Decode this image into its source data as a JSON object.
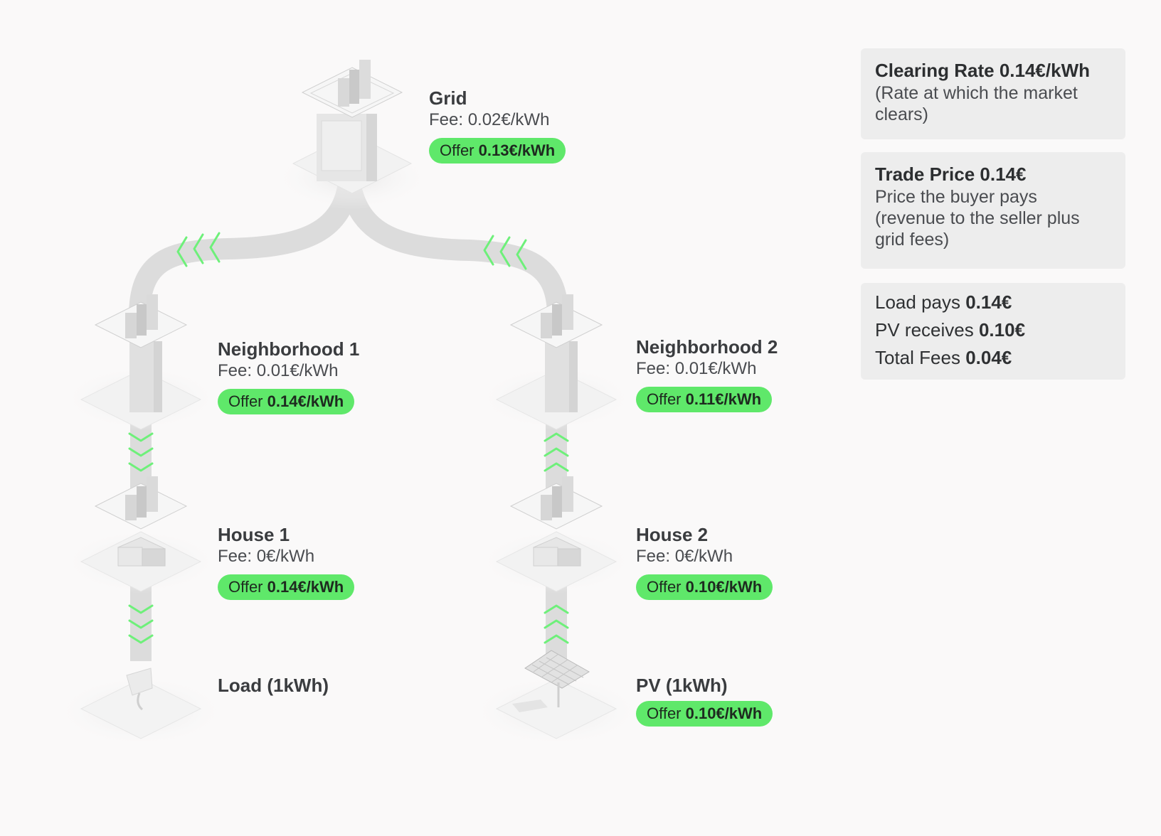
{
  "nodes": {
    "grid": {
      "title": "Grid",
      "fee": "Fee: 0.02€/kWh",
      "offer_label": "Offer",
      "offer_value": "0.13€/kWh"
    },
    "neighborhood1": {
      "title": "Neighborhood 1",
      "fee": "Fee: 0.01€/kWh",
      "offer_label": "Offer",
      "offer_value": "0.14€/kWh"
    },
    "neighborhood2": {
      "title": "Neighborhood 2",
      "fee": "Fee: 0.01€/kWh",
      "offer_label": "Offer",
      "offer_value": "0.11€/kWh"
    },
    "house1": {
      "title": "House 1",
      "fee": "Fee: 0€/kWh",
      "offer_label": "Offer",
      "offer_value": "0.14€/kWh"
    },
    "house2": {
      "title": "House 2",
      "fee": "Fee: 0€/kWh",
      "offer_label": "Offer",
      "offer_value": "0.10€/kWh"
    },
    "load": {
      "title": "Load (1kWh)"
    },
    "pv": {
      "title": "PV (1kWh)",
      "offer_label": "Offer",
      "offer_value": "0.10€/kWh"
    }
  },
  "panels": {
    "clearing": {
      "title": "Clearing Rate 0.14€/kWh",
      "text": "(Rate at which the market clears)"
    },
    "trade": {
      "title": "Trade Price 0.14€",
      "text": "Price the buyer pays (revenue to the seller plus grid fees)"
    },
    "summary": [
      {
        "label": "Load pays",
        "value": "0.14€"
      },
      {
        "label": "PV receives",
        "value": "0.10€"
      },
      {
        "label": "Total Fees",
        "value": "0.04€"
      }
    ]
  },
  "colors": {
    "accent": "#5fe86a",
    "flow": "#dcdcdc",
    "panel": "#ededed",
    "background": "#faf9f9"
  }
}
